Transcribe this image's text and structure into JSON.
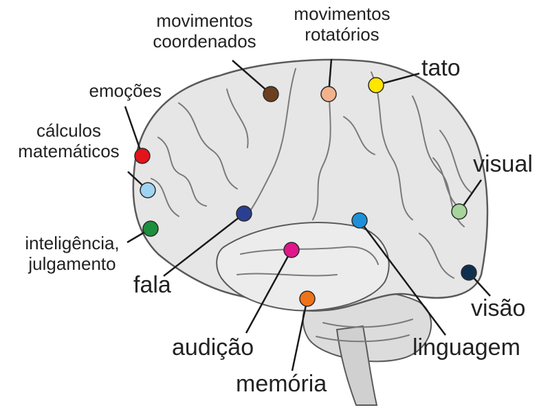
{
  "labels": {
    "coordenados_l1": "movimentos",
    "coordenados_l2": "coordenados",
    "rotatorios_l1": "movimentos",
    "rotatorios_l2": "rotatórios",
    "tato": "tato",
    "emocoes": "emoções",
    "calculos_l1": "cálculos",
    "calculos_l2": "matemáticos",
    "visual": "visual",
    "inteligencia_l1": "inteligência,",
    "inteligencia_l2": "julgamento",
    "fala": "fala",
    "visao": "visão",
    "audicao": "audição",
    "linguagem": "linguagem",
    "memoria": "memória"
  },
  "regions": [
    {
      "id": "movimentos-coordenados",
      "color": "#6b3f1f"
    },
    {
      "id": "movimentos-rotatorios",
      "color": "#f2b28c"
    },
    {
      "id": "tato",
      "color": "#ffe600"
    },
    {
      "id": "emocoes",
      "color": "#e3141b"
    },
    {
      "id": "calculos-matematicos",
      "color": "#9fd3f2"
    },
    {
      "id": "visual",
      "color": "#a6d49a"
    },
    {
      "id": "inteligencia-julgamento",
      "color": "#1c8f3d"
    },
    {
      "id": "fala",
      "color": "#2a3f8f"
    },
    {
      "id": "visao",
      "color": "#0f2f4f"
    },
    {
      "id": "audicao",
      "color": "#e0168a"
    },
    {
      "id": "linguagem",
      "color": "#1e90d8"
    },
    {
      "id": "memoria",
      "color": "#ef7318"
    }
  ]
}
